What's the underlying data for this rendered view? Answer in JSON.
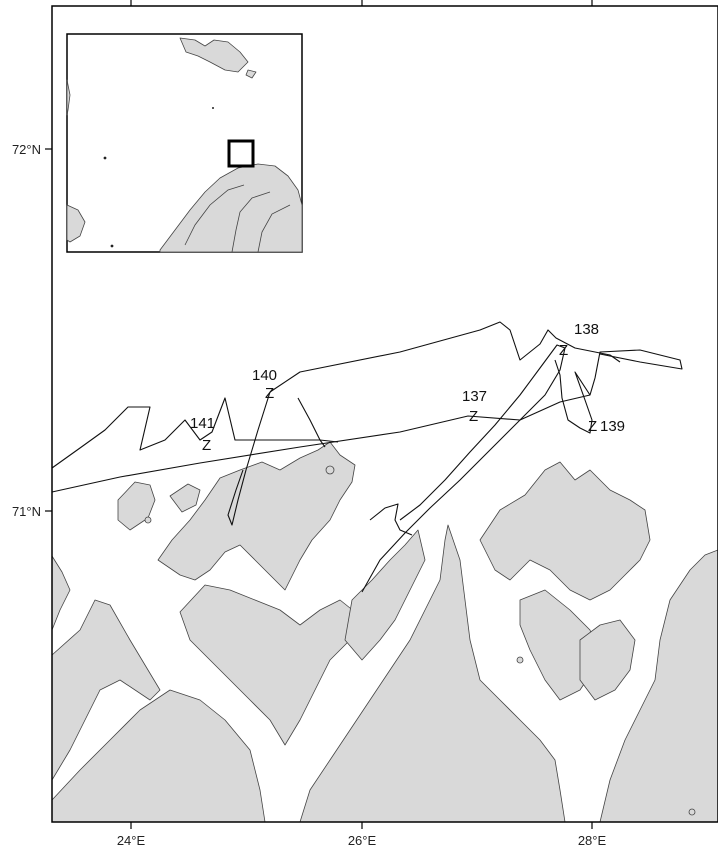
{
  "map": {
    "lon_labels": [
      "24°E",
      "26°E",
      "28°E"
    ],
    "lat_labels": [
      "72°N",
      "71°N"
    ],
    "stations": [
      {
        "id": "140",
        "label": "140"
      },
      {
        "id": "141",
        "label": "141"
      },
      {
        "id": "137",
        "label": "137"
      },
      {
        "id": "138",
        "label": "138"
      },
      {
        "id": "139",
        "label": "139"
      }
    ],
    "colors": {
      "land": "#d9d9d9",
      "water": "#ffffff",
      "track": "#111111",
      "frame": "#000000"
    }
  },
  "inset": {
    "description_icon": "overview-locator-map"
  }
}
